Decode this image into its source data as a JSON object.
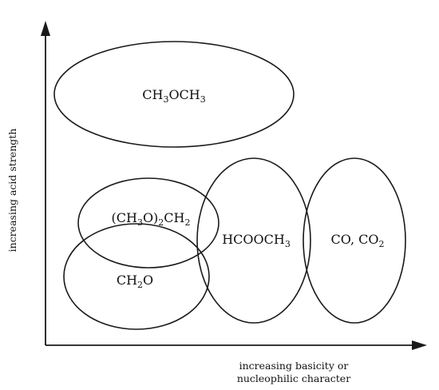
{
  "axes": {
    "y_label": "increasing acid strength",
    "x_label_line1": "increasing basicity or",
    "x_label_line2": "nucleophilic character"
  },
  "regions": [
    {
      "id": "dimethyl-ether",
      "parts": [
        [
          "CH",
          false
        ],
        [
          "3",
          true
        ],
        [
          "OCH",
          false
        ],
        [
          "3",
          true
        ]
      ]
    },
    {
      "id": "dimethoxymethane",
      "parts": [
        [
          "(CH",
          false
        ],
        [
          "3",
          true
        ],
        [
          "O)",
          false
        ],
        [
          "2",
          true
        ],
        [
          "CH",
          false
        ],
        [
          "2",
          true
        ]
      ]
    },
    {
      "id": "formaldehyde",
      "parts": [
        [
          "CH",
          false
        ],
        [
          "2",
          true
        ],
        [
          "O",
          false
        ]
      ]
    },
    {
      "id": "methyl-formate",
      "parts": [
        [
          "HCOOCH",
          false
        ],
        [
          "3",
          true
        ]
      ]
    },
    {
      "id": "carbon-oxides",
      "parts": [
        [
          "CO, CO",
          false
        ],
        [
          "2",
          true
        ]
      ]
    }
  ]
}
